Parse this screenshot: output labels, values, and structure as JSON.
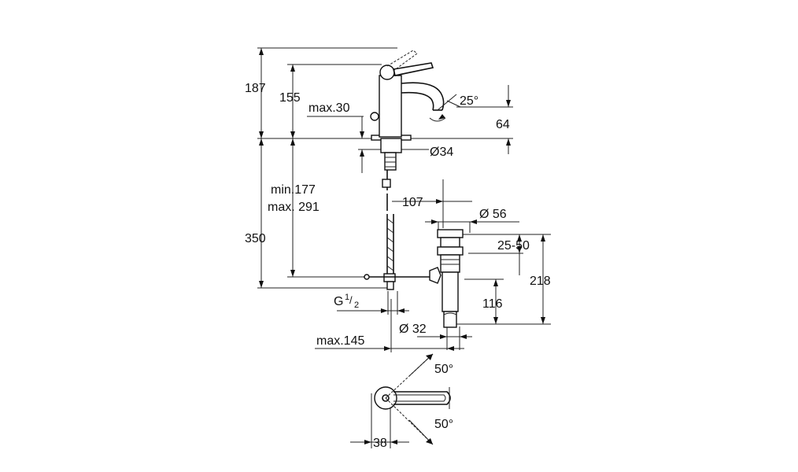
{
  "drawing": {
    "dimensions": {
      "d187": "187",
      "d155": "155",
      "max30": "max.30",
      "angle25": "25°",
      "d64": "64",
      "dia34": "Ø34",
      "min177": "min.177",
      "max291": "max. 291",
      "d107": "107",
      "dia56": "Ø 56",
      "d350": "350",
      "range2550": "25-50",
      "d218": "218",
      "thread_main": "G",
      "thread_sup": "1",
      "thread_sub": "2",
      "d116": "116",
      "dia32": "Ø 32",
      "max145": "max.145",
      "angle50_top": "50°",
      "angle50_bottom": "50°",
      "d38": "38"
    }
  }
}
